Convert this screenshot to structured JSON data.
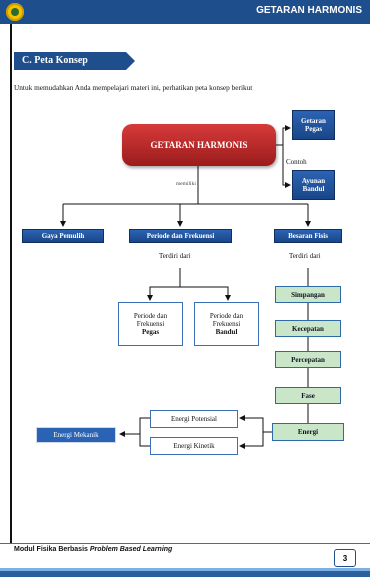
{
  "header": {
    "title": "GETARAN HARMONIS"
  },
  "section": {
    "label": "C.  Peta Konsep"
  },
  "intro": "Untuk memudahkan Anda mempelajari materi ini, perhatikan peta konsep berikut",
  "map": {
    "main": "GETARAN HARMONIS",
    "example1": [
      "Getaran",
      "Pegas"
    ],
    "example2": [
      "Ayunan",
      "Bandul"
    ],
    "contoh": "Contoh",
    "memiliki": "memiliki",
    "branches": [
      "Gaya Pemulih",
      "Periode dan Frekuensi",
      "Besaran Fisis"
    ],
    "terdiri1": "Terdiri dari",
    "terdiri2": "Terdiri dari",
    "periode_pegas": [
      "Periode dan",
      "Frekuensi",
      "Pegas"
    ],
    "periode_bandul": [
      "Periode dan",
      "Frekuensi",
      "Bandul"
    ],
    "besaran": [
      "Simpangan",
      "Kecepatan",
      "Percepatan",
      "Fase",
      "Energi"
    ],
    "energi_potensial": "Energi Potensial",
    "energi_kinetik": "Energi Kinetik",
    "energi_mekanik": "Energi Mekanik"
  },
  "footer": {
    "text": "Modul Fisika Berbasis ",
    "text_italic": "Problem Based Learning",
    "page": "3"
  }
}
